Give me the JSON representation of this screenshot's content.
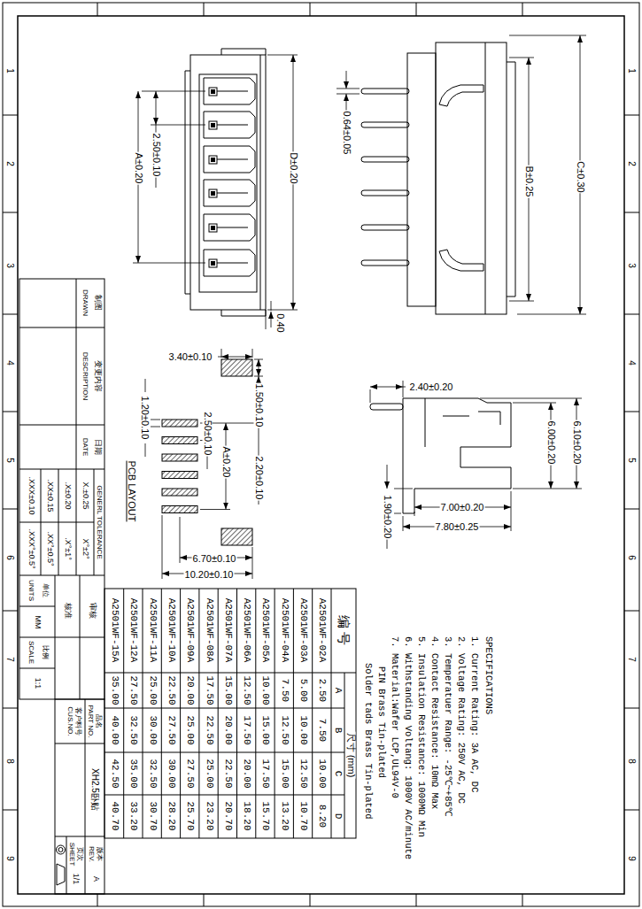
{
  "diagram": {
    "labels": [
      "2.50±0.10",
      "A±0.20",
      "D±0.20",
      "0.40",
      "0.64±0.05",
      "B±0.25",
      "C±0.30",
      "3.40±0.10",
      "1.50±0.10",
      "1.20±0.10",
      "2.50±0.10",
      "A±0.20",
      "2.20±0.10",
      "PCB LAYOUT",
      "6.70±0.10",
      "10.20±0.10",
      "2.40±0.20",
      "6.00±0.20",
      "6.10±0.20",
      "1.90±0.20",
      "7.00±0.20",
      "7.80±0.25",
      "SPECIFICATIONS",
      "1. Current Rating: 3A AC, DC",
      "2. Voltage Rating: 250V AC, DC",
      "3. Temperatuer Range: -25℃~+85℃",
      "4. Contact Resistance: 10mΩ Max",
      "5. Insulation Resistance: 1000MΩ Min",
      "6. Withstanding Voltang: 1000V AC/minute",
      "7. Material:Wafer LCP,UL94V-0",
      "PIN Brass Tin-plated",
      "Solder tads Brass Tin-plated",
      "编 号",
      "尺寸 (mm)",
      "A",
      "B",
      "C",
      "D",
      "A2501WF-02A",
      "2.50",
      "7.50",
      "10.00",
      "8.20",
      "A2501WF-03A",
      "5.00",
      "10.00",
      "12.50",
      "10.70",
      "A2501WF-04A",
      "7.50",
      "12.50",
      "15.00",
      "13.20",
      "A2501WF-05A",
      "10.00",
      "15.00",
      "17.50",
      "15.70",
      "A2501WF-06A",
      "12.50",
      "17.50",
      "20.00",
      "18.20",
      "A2501WF-07A",
      "15.00",
      "20.00",
      "22.50",
      "20.70",
      "A2501WF-08A",
      "17.50",
      "22.50",
      "25.00",
      "23.20",
      "A2501WF-09A",
      "20.00",
      "25.00",
      "27.50",
      "25.70",
      "A2501WF-10A",
      "22.50",
      "27.50",
      "30.00",
      "28.20",
      "A2501WF-11A",
      "25.00",
      "30.00",
      "32.50",
      "30.70",
      "A2501WF-12A",
      "27.50",
      "32.50",
      "35.00",
      "33.20",
      "A2501WF-15A",
      "35.00",
      "40.00",
      "42.50",
      "40.70",
      "制图",
      "DRAWN",
      "变更内容",
      "DESCRIPTION",
      "日期",
      "DATE",
      "GENERL TOLERANCE",
      "X.±0.25",
      "X°±2°",
      ".X±0.20",
      ".X°±1°",
      ".XX±0.15",
      ".XX°±0.5°",
      ".XXX±0.10",
      ".XXX°±0.5°",
      "审核",
      "核准",
      "单位",
      "UNITS",
      "MM",
      "比例",
      "SCALE",
      "1:1",
      "品名",
      "PART NO.",
      "XH2.5卧贴",
      "客户料号",
      "CUS.NO.",
      "版本",
      "REV.",
      "A",
      "页次",
      "SHEET",
      "1/1",
      "1",
      "2",
      "3",
      "4",
      "5",
      "6",
      "7",
      "8",
      "9",
      "1",
      "2",
      "3",
      "4",
      "5",
      "6",
      "7",
      "8",
      "9"
    ]
  }
}
